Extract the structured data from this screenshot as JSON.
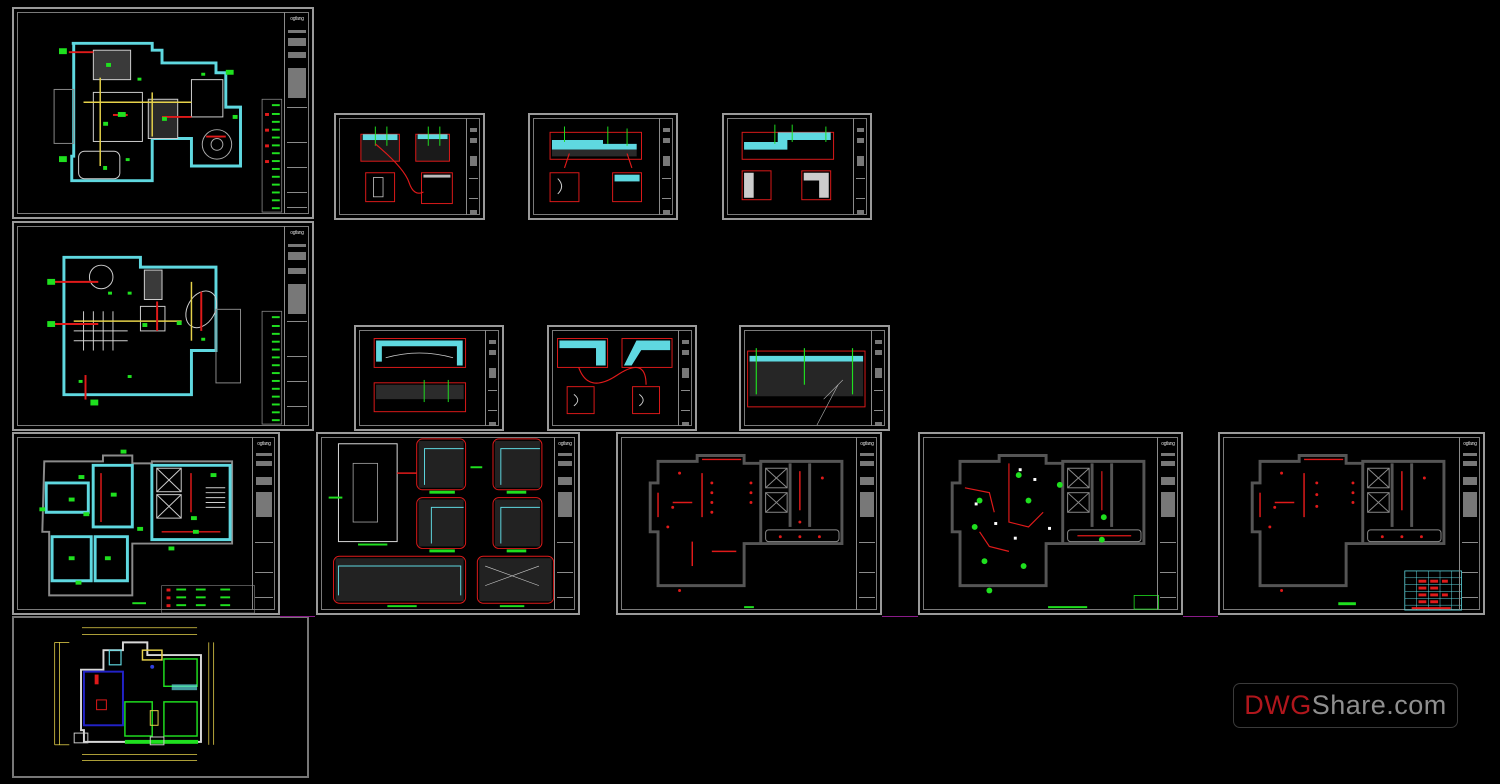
{
  "app": {
    "view": "CAD model space",
    "background_color": "#000000"
  },
  "watermark": {
    "brand_part1": "DWG",
    "brand_part2": "Share.com",
    "brand_red": "#b0161c",
    "brand_gray": "#8f8f8f"
  },
  "colors": {
    "frame": "#9a9a9a",
    "wall_cyan": "#5fd8e0",
    "annotation_green": "#1fe01f",
    "detail_red": "#e01a1a",
    "dimension_yellow": "#e6d24a",
    "wall_gray": "#6e6e6e",
    "walls_white": "#d8d8d8",
    "layout_magenta": "#8a1b8a"
  },
  "sheets": [
    {
      "id": "sheet-1",
      "kind": "floor-plan-ceiling",
      "title_logo": "ogfang"
    },
    {
      "id": "sheet-2",
      "kind": "floor-plan-ceiling",
      "title_logo": "ogfang"
    },
    {
      "id": "sheet-3",
      "kind": "detail-sections"
    },
    {
      "id": "sheet-4",
      "kind": "detail-sections"
    },
    {
      "id": "sheet-5",
      "kind": "detail-sections"
    },
    {
      "id": "sheet-6",
      "kind": "detail-sections"
    },
    {
      "id": "sheet-7",
      "kind": "detail-sections"
    },
    {
      "id": "sheet-8",
      "kind": "detail-sections"
    },
    {
      "id": "sheet-9",
      "kind": "floor-plan-annotated",
      "title_logo": "ogfang"
    },
    {
      "id": "sheet-10",
      "kind": "node-details",
      "title_logo": "ogfang"
    },
    {
      "id": "sheet-11",
      "kind": "lighting-plan",
      "title_logo": "ogfang"
    },
    {
      "id": "sheet-12",
      "kind": "lighting-switch-plan",
      "title_logo": "ogfang"
    },
    {
      "id": "sheet-13",
      "kind": "lighting-fixture-plan",
      "title_logo": "ogfang"
    },
    {
      "id": "sheet-14",
      "kind": "dimensioned-floor-plan"
    }
  ]
}
